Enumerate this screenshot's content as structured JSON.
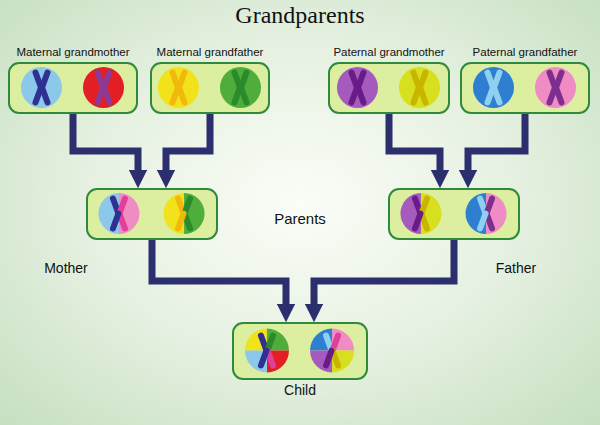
{
  "diagram": {
    "title": "Grandparents",
    "nodes": [
      {
        "text": [
          "Maternal grandmother"
        ]
      },
      {
        "text": [
          "Maternal grandfather"
        ]
      },
      {
        "text": [
          "Paternal grandmother"
        ]
      },
      {
        "text": [
          "Paternal grandfather"
        ]
      },
      {
        "text": [
          "Mother"
        ]
      },
      {
        "text": [
          "Father"
        ]
      },
      {
        "text": [
          "Child"
        ]
      }
    ],
    "edges": [
      {
        "from": 0,
        "to": 4,
        "arrow": "to"
      },
      {
        "from": 1,
        "to": 4,
        "arrow": "to"
      },
      {
        "from": 2,
        "to": 5,
        "arrow": "to"
      },
      {
        "from": 3,
        "to": 5,
        "arrow": "to"
      },
      {
        "from": 4,
        "to": 6,
        "arrow": "to"
      },
      {
        "from": 5,
        "to": 6,
        "arrow": "to"
      }
    ],
    "labels": [
      "Parents"
    ]
  }
}
